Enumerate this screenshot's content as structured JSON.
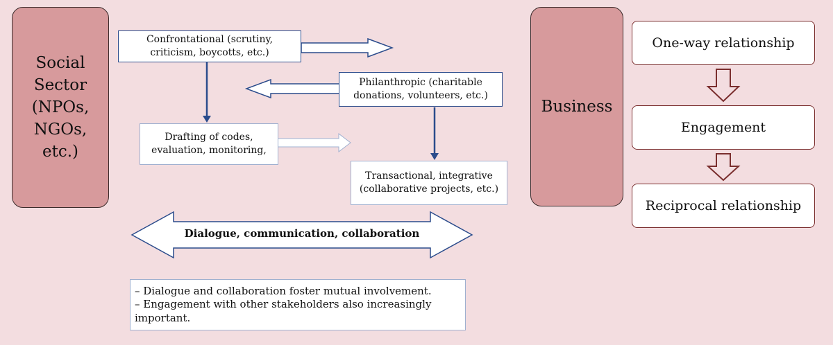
{
  "left_entity": {
    "label_lines": [
      "Social",
      "Sector",
      "(NPOs,",
      "NGOs,",
      "etc.)"
    ]
  },
  "right_entity": {
    "label": "Business"
  },
  "flows": {
    "confrontational": {
      "lines": [
        "Confrontational (scrutiny,",
        "criticism, boycotts, etc.)"
      ]
    },
    "philanthropic": {
      "lines": [
        "Philanthropic (charitable",
        "donations, volunteers, etc.)"
      ]
    },
    "drafting": {
      "lines": [
        "Drafting of codes,",
        "evaluation, monitoring,"
      ]
    },
    "transactional": {
      "lines": [
        "Transactional, integrative",
        "(collaborative projects, etc.)"
      ]
    }
  },
  "dialogue": {
    "label": "Dialogue, communication, collaboration"
  },
  "notes": {
    "lines": [
      "– Dialogue and collaboration foster mutual involvement.",
      "– Engagement with other stakeholders also increasingly",
      "important."
    ]
  },
  "stages": [
    {
      "label": "One-way relationship"
    },
    {
      "label": "Engagement"
    },
    {
      "label": "Reciprocal relationship"
    }
  ],
  "colors": {
    "background": "#f3dde0",
    "entity_fill": "#d79a9c",
    "flow_border": "#2b4c8c",
    "stage_border": "#7a2e2e"
  }
}
